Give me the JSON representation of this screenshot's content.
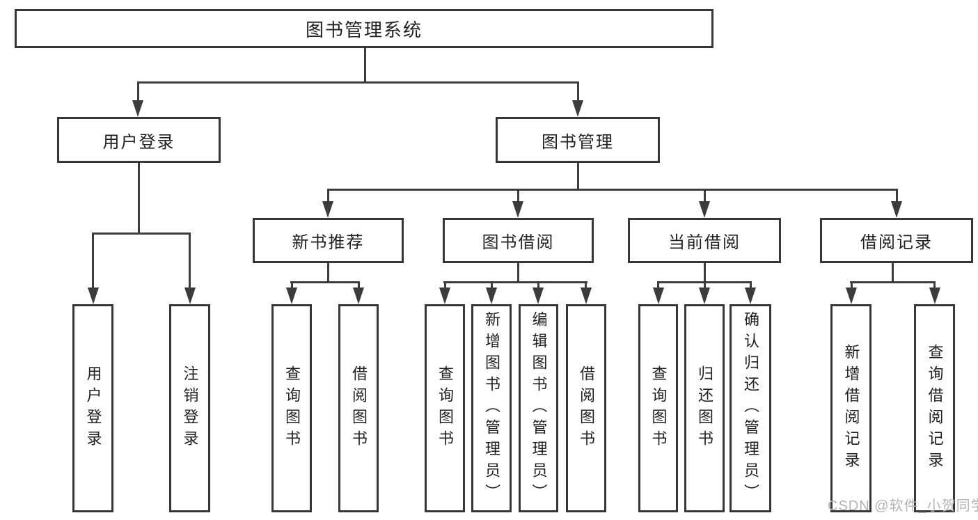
{
  "watermark": {
    "text": "CSDN @软件_小贺同学"
  },
  "colors": {
    "line": "#3c3c3c",
    "border": "#373737",
    "fill": "#ffffff",
    "text": "#212121",
    "watermark": "#b4b4b4"
  },
  "tree": {
    "root": {
      "label": "图书管理系统",
      "children": [
        {
          "label": "用户登录",
          "children": [
            {
              "label": "用户登录"
            },
            {
              "label": "注销登录"
            }
          ]
        },
        {
          "label": "图书管理",
          "children": [
            {
              "label": "新书推荐",
              "children": [
                {
                  "label": "查询图书"
                },
                {
                  "label": "借阅图书"
                }
              ]
            },
            {
              "label": "图书借阅",
              "children": [
                {
                  "label": "查询图书"
                },
                {
                  "label": "新增图书（管理员）"
                },
                {
                  "label": "编辑图书（管理员）"
                },
                {
                  "label": "借阅图书"
                }
              ]
            },
            {
              "label": "当前借阅",
              "children": [
                {
                  "label": "查询图书"
                },
                {
                  "label": "归还图书"
                },
                {
                  "label": "确认归还（管理员）"
                }
              ]
            },
            {
              "label": "借阅记录",
              "children": [
                {
                  "label": "新增借阅记录"
                },
                {
                  "label": "查询借阅记录"
                }
              ]
            }
          ]
        }
      ]
    }
  }
}
